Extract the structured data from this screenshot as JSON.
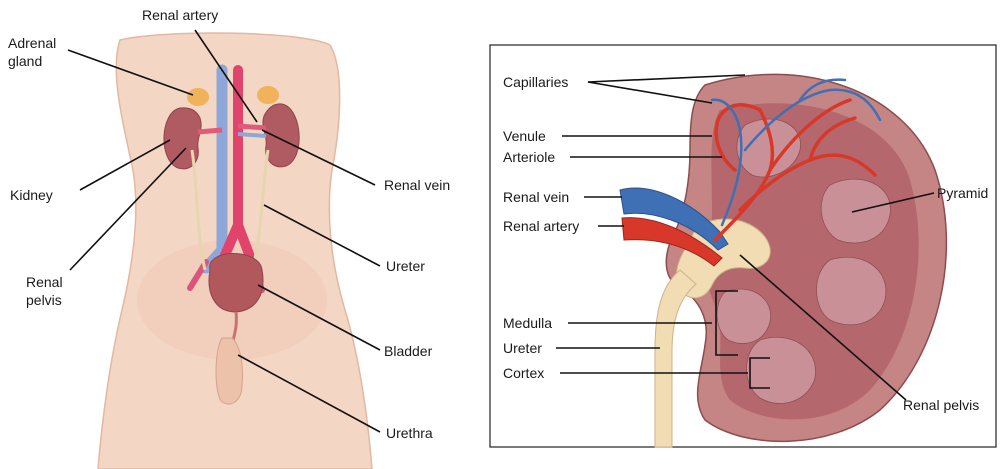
{
  "left_panel": {
    "labels": {
      "renal_artery": "Renal artery",
      "adrenal_line1": "Adrenal",
      "adrenal_line2": "gland",
      "kidney": "Kidney",
      "renal_vein": "Renal vein",
      "renal_pelvis_line1": "Renal",
      "renal_pelvis_line2": "pelvis",
      "ureter": "Ureter",
      "bladder": "Bladder",
      "urethra": "Urethra"
    }
  },
  "right_panel": {
    "labels": {
      "capillaries": "Capillaries",
      "venule": "Venule",
      "arteriole": "Arteriole",
      "renal_vein": "Renal vein",
      "renal_artery": "Renal artery",
      "pyramid": "Pyramid",
      "medulla": "Medulla",
      "ureter": "Ureter",
      "cortex": "Cortex",
      "renal_pelvis": "Renal pelvis"
    }
  },
  "colors": {
    "skin": "#f3d3bf",
    "kidney": "#b5646a",
    "cortex": "#c98a86",
    "artery": "#d8382a",
    "vein": "#3f6fb5",
    "ureter": "#f2dcb3",
    "bladder": "#b0585c"
  }
}
